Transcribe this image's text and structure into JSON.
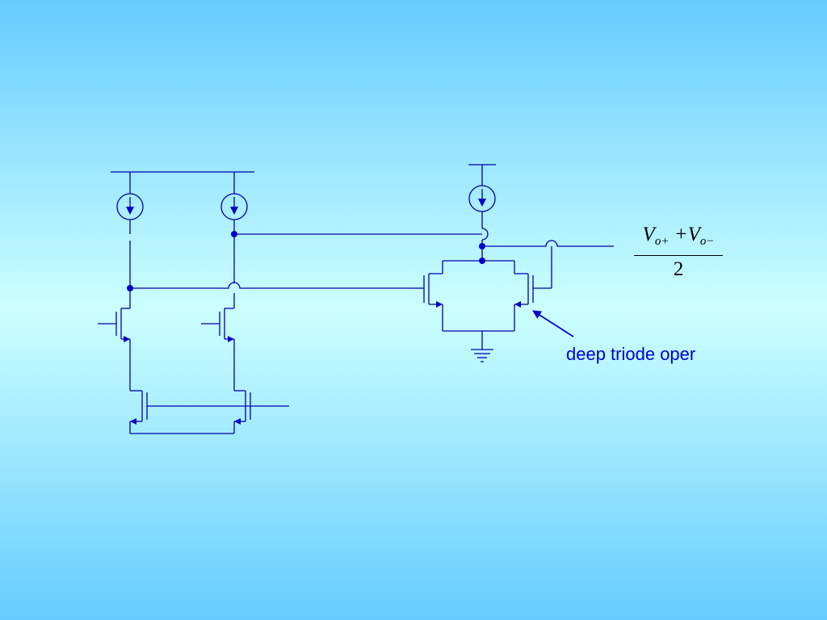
{
  "formula": {
    "v1": "V",
    "sub1": "o+",
    "plus": " +",
    "v2": "V",
    "sub2": "o−",
    "denominator": "2"
  },
  "annotation": "deep triode oper",
  "colors": {
    "wire": "#0000aa",
    "arrow": "#0000cc",
    "text": "#0000cc"
  }
}
